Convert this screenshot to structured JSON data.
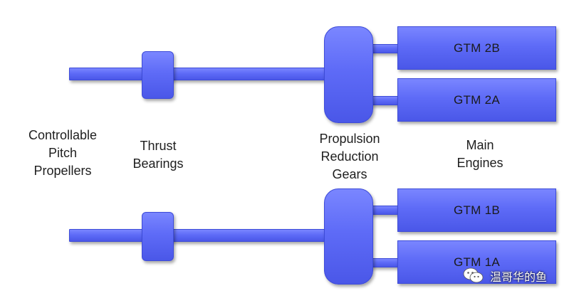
{
  "labels": {
    "propellers": [
      "Controllable",
      "Pitch",
      "Propellers"
    ],
    "bearings": [
      "Thrust",
      "Bearings"
    ],
    "gears": [
      "Propulsion",
      "Reduction",
      "Gears"
    ],
    "engines": [
      "Main",
      "Engines"
    ]
  },
  "engines": {
    "gtm_2b": "GTM 2B",
    "gtm_2a": "GTM 2A",
    "gtm_1b": "GTM 1B",
    "gtm_1a": "GTM 1A"
  },
  "watermark": {
    "text": "温哥华的鱼",
    "icon": "wechat-icon"
  },
  "colors": {
    "component_fill": "#5e6bf7",
    "component_border": "#3d4bd8"
  }
}
